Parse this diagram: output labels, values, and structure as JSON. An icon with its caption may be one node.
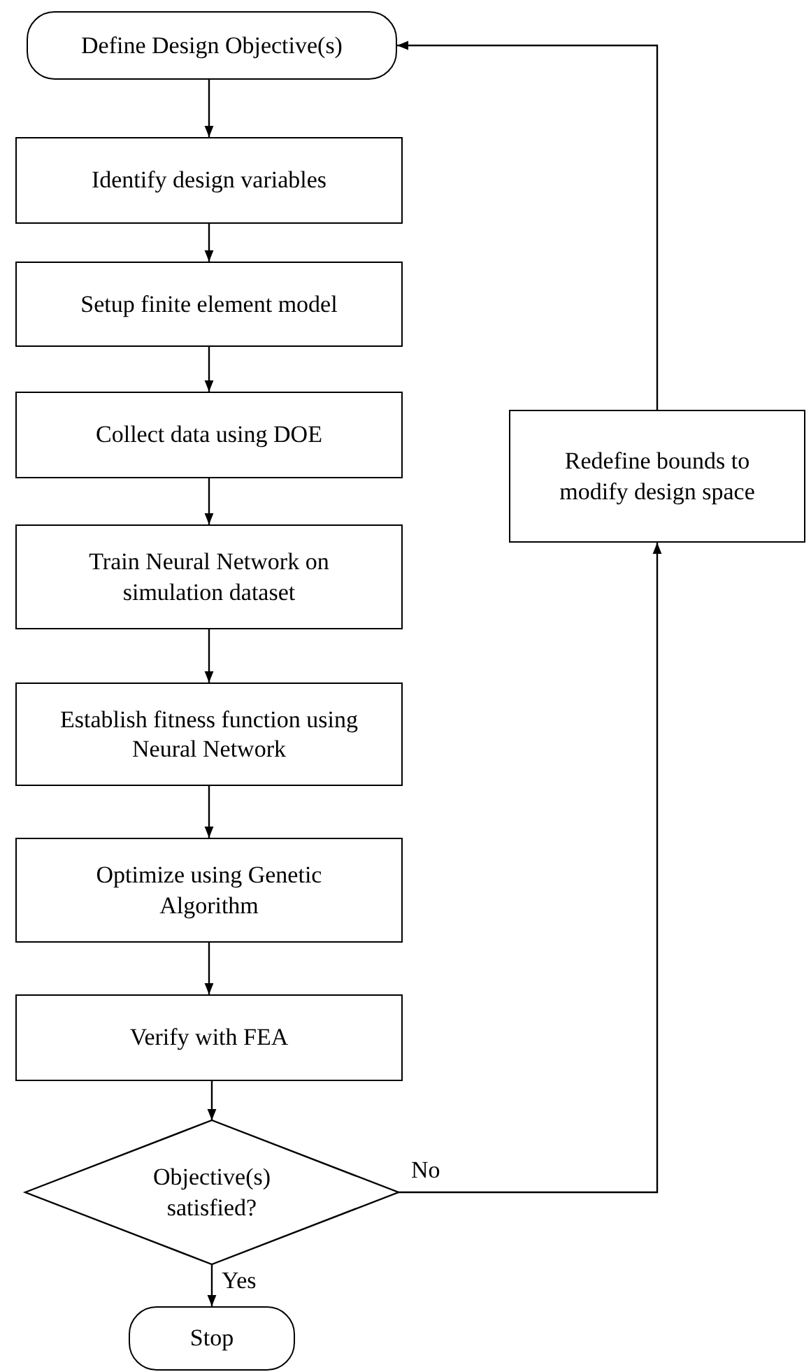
{
  "diagram": {
    "nodes": [
      {
        "text": [
          "Define Design Objective(s)"
        ]
      },
      {
        "text": [
          "Identify design variables"
        ]
      },
      {
        "text": [
          "Setup finite element model"
        ]
      },
      {
        "text": [
          "Collect data using DOE"
        ]
      },
      {
        "text": [
          "Train Neural Network on simulation dataset"
        ]
      },
      {
        "text": [
          "Establish fitness function using Neural Network"
        ]
      },
      {
        "text": [
          "Optimize using Genetic Algorithm"
        ]
      },
      {
        "text": [
          "Verify with FEA"
        ]
      },
      {
        "text": [
          "Objective(s) satisfied?"
        ]
      },
      {
        "text": [
          "Stop"
        ]
      },
      {
        "text": [
          "Redefine bounds to modify design space"
        ]
      }
    ],
    "edges": [
      {
        "from": 0,
        "to": 1,
        "arrow": "to"
      },
      {
        "from": 1,
        "to": 2,
        "arrow": "to"
      },
      {
        "from": 2,
        "to": 3,
        "arrow": "to"
      },
      {
        "from": 3,
        "to": 4,
        "arrow": "to"
      },
      {
        "from": 4,
        "to": 5,
        "arrow": "to"
      },
      {
        "from": 5,
        "to": 6,
        "arrow": "to"
      },
      {
        "from": 6,
        "to": 7,
        "arrow": "to"
      },
      {
        "from": 7,
        "to": 8,
        "arrow": "to"
      },
      {
        "from": 8,
        "to": 9,
        "arrow": "to",
        "label": "Yes"
      },
      {
        "from": 8,
        "to": 10,
        "arrow": "to",
        "label": "No"
      },
      {
        "from": 10,
        "to": 0,
        "arrow": "to"
      }
    ]
  }
}
